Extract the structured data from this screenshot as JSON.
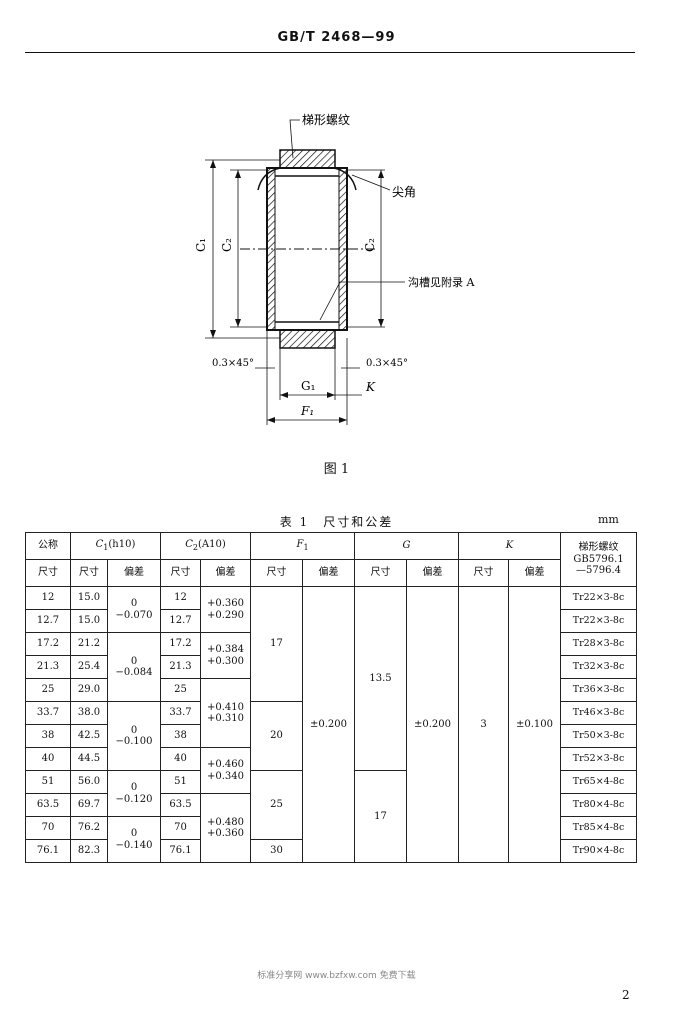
{
  "header": {
    "standard": "GB/T 2468—99"
  },
  "figure": {
    "labels": {
      "trapezoid_thread": "梯形螺纹",
      "sharp_corner": "尖角",
      "groove_note": "沟槽见附录 A",
      "chamfer_left": "0.3×45°",
      "chamfer_right": "0.3×45°",
      "c1": "C₁",
      "c2_left": "C₂",
      "c2_right": "C₂",
      "g1": "G₁",
      "f1": "F₁",
      "k": "K"
    },
    "caption": "图 1"
  },
  "table": {
    "title": "表 1　尺寸和公差",
    "unit": "mm",
    "headers": {
      "nominal_top": "公称",
      "nominal_bottom": "尺寸",
      "c1_name": "C",
      "c1_sub": "1",
      "c1_suffix": "(h10)",
      "c2_name": "C",
      "c2_sub": "2",
      "c2_suffix": "(A10)",
      "f1_name": "F",
      "f1_sub": "1",
      "g_name": "G",
      "k_name": "K",
      "thread_line1": "梯形螺纹",
      "thread_line2": "GB5796.1",
      "thread_line3": "—5796.4",
      "size": "尺寸",
      "deviation": "偏差"
    },
    "nominal": [
      "12",
      "12.7",
      "17.2",
      "21.3",
      "25",
      "33.7",
      "38",
      "40",
      "51",
      "63.5",
      "70",
      "76.1"
    ],
    "c1_size": [
      "15.0",
      "15.0",
      "21.2",
      "25.4",
      "29.0",
      "38.0",
      "42.5",
      "44.5",
      "56.0",
      "69.7",
      "76.2",
      "82.3"
    ],
    "c1_dev": [
      "0\n−0.070",
      "0\n−0.084",
      "0\n−0.100",
      "0\n−0.120",
      "0\n−0.140"
    ],
    "c2_size": [
      "12",
      "12.7",
      "17.2",
      "21.3",
      "25",
      "33.7",
      "38",
      "40",
      "51",
      "63.5",
      "70",
      "76.1"
    ],
    "c2_dev": [
      "+0.360\n+0.290",
      "+0.384\n+0.300",
      "+0.410\n+0.310",
      "+0.460\n+0.340",
      "+0.480\n+0.360"
    ],
    "f1_size": [
      "17",
      "20",
      "25",
      "30"
    ],
    "f1_dev": "±0.200",
    "g_size": [
      "13.5",
      "17"
    ],
    "g_dev": "±0.200",
    "k_size": "3",
    "k_dev": "±0.100",
    "thread": [
      "Tr22×3-8c",
      "Tr22×3-8c",
      "Tr28×3-8c",
      "Tr32×3-8c",
      "Tr36×3-8c",
      "Tr46×3-8c",
      "Tr50×3-8c",
      "Tr52×3-8c",
      "Tr65×4-8c",
      "Tr80×4-8c",
      "Tr85×4-8c",
      "Tr90×4-8c"
    ]
  },
  "footer": "标准分享网 www.bzfxw.com 免费下载",
  "page_number": "2"
}
